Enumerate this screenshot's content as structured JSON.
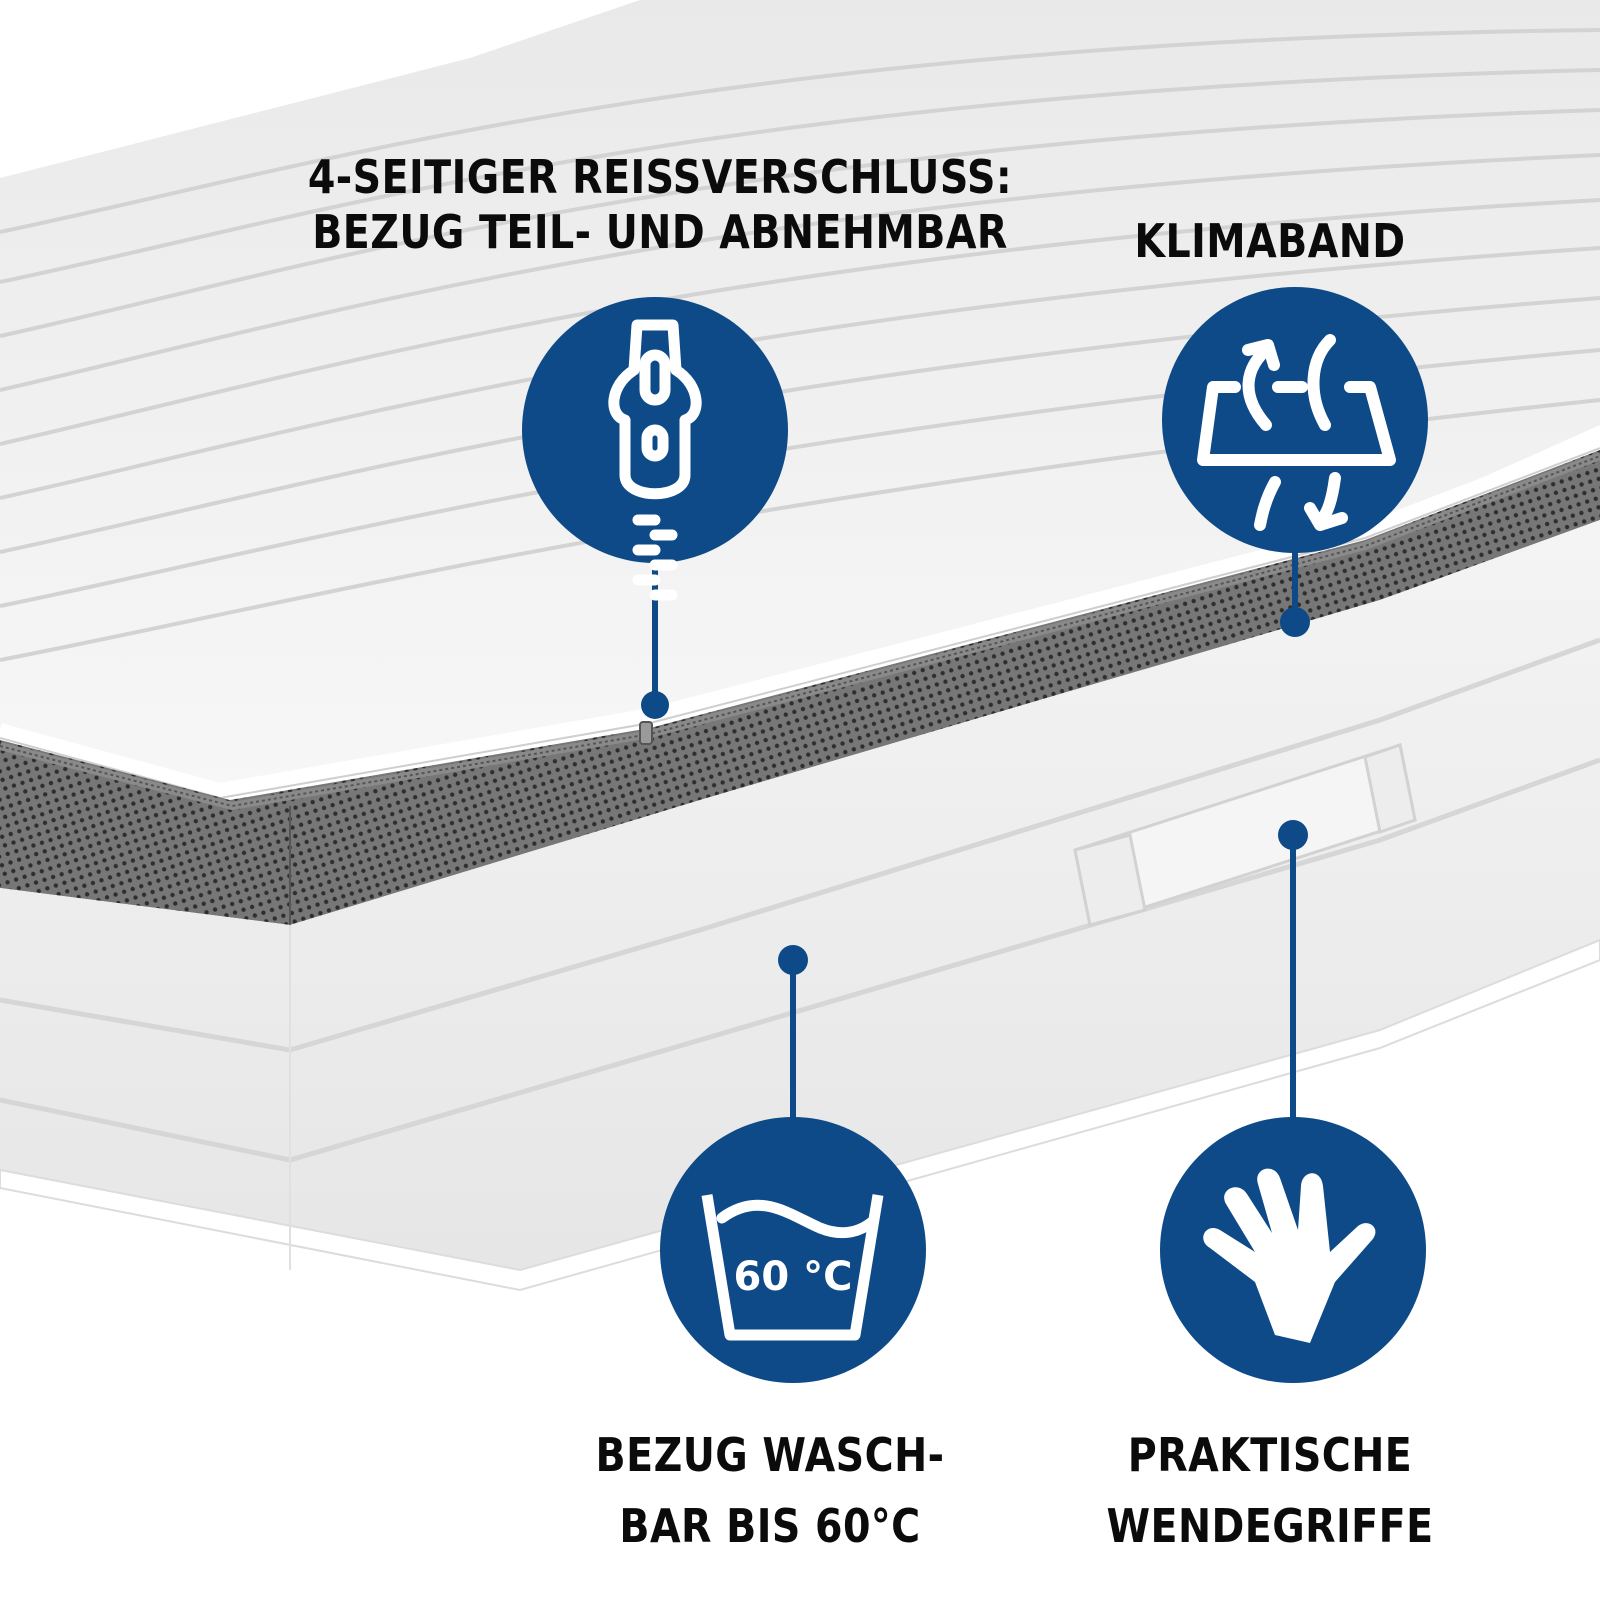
{
  "colors": {
    "accent_blue": "#0d4a87",
    "text": "#0b0b0b",
    "mesh_gray": "#6b6b6b",
    "fabric_white": "#f2f2f2",
    "background": "#ffffff"
  },
  "features": [
    {
      "id": "zipper",
      "icon": "zipper-icon",
      "lines": [
        "4-SEITIGER REISSVERSCHLUSS:",
        "BEZUG TEIL- UND ABNEHMBAR"
      ]
    },
    {
      "id": "klima",
      "icon": "air-circulation-icon",
      "lines": [
        "KLIMABAND"
      ]
    },
    {
      "id": "wash",
      "icon": "wash-60-icon",
      "icon_text": "60 °C",
      "lines": [
        "BEZUG WASCH-",
        "BAR BIS 60°C"
      ]
    },
    {
      "id": "hand",
      "icon": "hand-icon",
      "lines": [
        "PRAKTISCHE",
        "WENDEGRIFFE"
      ]
    }
  ]
}
